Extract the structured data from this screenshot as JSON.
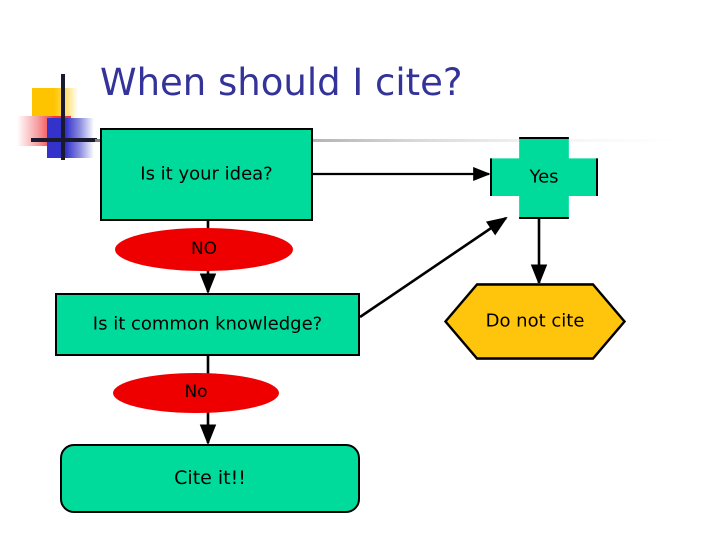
{
  "slide": {
    "title": "When should I cite?",
    "title_color": "#333399",
    "background": "#ffffff"
  },
  "logo": {
    "name": "decorative-corner-logo",
    "yellow": "#FFC400",
    "red": "#F0353A",
    "blue": "#3333CC",
    "line_color": "#1A1A2E"
  },
  "divider": {
    "color_start": "#808080",
    "color_end": "#ffffff"
  },
  "colors": {
    "green": "#00DA9B",
    "red": "#EE0000",
    "yellow": "#FFC40C",
    "outline": "#000000"
  },
  "flowchart": {
    "nodes": [
      {
        "id": "idea",
        "label": "Is it your idea?",
        "shape": "rectangle",
        "fill": "#00DA9B"
      },
      {
        "id": "yes",
        "label": "Yes",
        "shape": "cross",
        "fill": "#00DA9B"
      },
      {
        "id": "no-upper",
        "label": "NO",
        "shape": "ellipse",
        "fill": "#EE0000"
      },
      {
        "id": "common",
        "label": "Is it common knowledge?",
        "shape": "rectangle",
        "fill": "#00DA9B"
      },
      {
        "id": "donotcite",
        "label": "Do not cite",
        "shape": "hexagon",
        "fill": "#FFC40C"
      },
      {
        "id": "no-lower",
        "label": "No",
        "shape": "ellipse",
        "fill": "#EE0000"
      },
      {
        "id": "cite",
        "label": "Cite it!!",
        "shape": "rounded-rectangle",
        "fill": "#00DA9B"
      }
    ],
    "edges": [
      {
        "from": "idea",
        "to": "yes",
        "style": "arrow-right"
      },
      {
        "from": "idea",
        "to": "no-upper",
        "style": "arrow-down"
      },
      {
        "from": "no-upper",
        "to": "common",
        "style": "arrow-down"
      },
      {
        "from": "common",
        "to": "yes",
        "style": "arrow-diagonal-up"
      },
      {
        "from": "yes",
        "to": "donotcite",
        "style": "arrow-down"
      },
      {
        "from": "common",
        "to": "no-lower",
        "style": "arrow-down"
      },
      {
        "from": "no-lower",
        "to": "cite",
        "style": "arrow-down"
      }
    ]
  }
}
